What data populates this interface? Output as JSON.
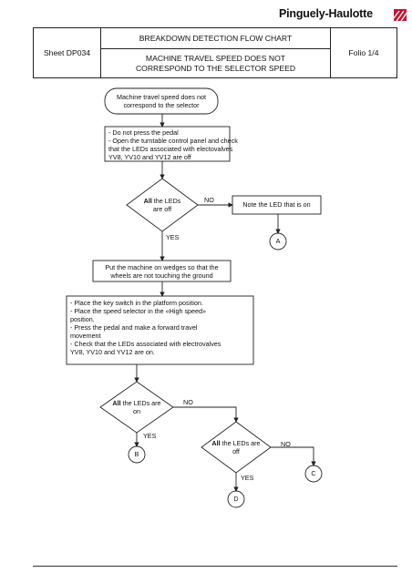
{
  "brand": {
    "name": "Pinguely-Haulotte"
  },
  "header": {
    "sheet": "Sheet DP034",
    "title": "BREAKDOWN DETECTION FLOW CHART",
    "subtitle_line1": "MACHINE TRAVEL SPEED DOES NOT",
    "subtitle_line2": "CORRESPOND TO THE SELECTOR SPEED",
    "folio": "Folio 1/4"
  },
  "flow": {
    "start": {
      "line1": "Machine travel speed does not",
      "line2": "correspond to the selector"
    },
    "step1": {
      "line1": "- Do not press the pedal",
      "line2": "- Open the turntable control panel and check",
      "line3": "that the LEDs associated with electovalves",
      "line4": "YV8, YV10 and YV12 are off"
    },
    "decision1": {
      "bold": "All",
      "rest": " the LEDs",
      "line2": "are off",
      "no": "NO",
      "yes": "YES"
    },
    "note1": "Note the LED that is on",
    "connA": "A",
    "step2": {
      "line1": "Put the machine on wedges so that the",
      "line2": "wheels are not touching the ground"
    },
    "step3": {
      "line1": "- Place the key switch in the platform position.",
      "line2": "- Place the speed selector in the «High speed»",
      "line3": "position.",
      "line4": "- Press the pedal and make a forward travel",
      "line5": "movement",
      "line6": "- Check that the LEDs associated with electrovalves",
      "line7": "YV8, YV10 and YV12 are on."
    },
    "decision2": {
      "bold": "All",
      "rest": " the LEDs are",
      "line2": "on",
      "no": "NO",
      "yes": "YES"
    },
    "connB": "B",
    "decision3": {
      "bold": "All",
      "rest": " the LEDs are",
      "line2": "off",
      "no": "NO",
      "yes": "YES"
    },
    "connC": "C",
    "connD": "D"
  }
}
